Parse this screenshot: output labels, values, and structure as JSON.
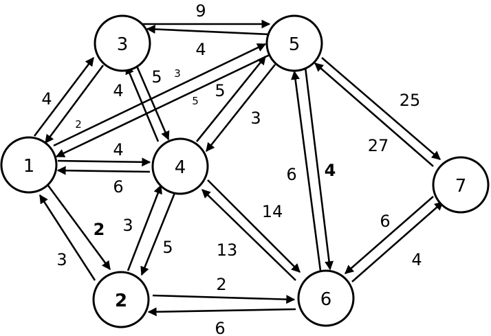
{
  "graph": {
    "nodes": [
      {
        "id": "1",
        "label": "1"
      },
      {
        "id": "2",
        "label": "2"
      },
      {
        "id": "3",
        "label": "3"
      },
      {
        "id": "4",
        "label": "4"
      },
      {
        "id": "5",
        "label": "5"
      },
      {
        "id": "6",
        "label": "6"
      },
      {
        "id": "7",
        "label": "7"
      }
    ],
    "edges": [
      {
        "from": "3",
        "to": "5",
        "weight": "9"
      },
      {
        "from": "5",
        "to": "3",
        "weight": "4"
      },
      {
        "from": "1",
        "to": "3",
        "weight": "4"
      },
      {
        "from": "3",
        "to": "1",
        "weight": "2"
      },
      {
        "from": "3",
        "to": "4",
        "weight": "5"
      },
      {
        "from": "4",
        "to": "3",
        "weight": "4"
      },
      {
        "from": "1",
        "to": "5",
        "weight": "3"
      },
      {
        "from": "5",
        "to": "1",
        "weight": "5"
      },
      {
        "from": "4",
        "to": "5",
        "weight": "5"
      },
      {
        "from": "5",
        "to": "4",
        "weight": "3"
      },
      {
        "from": "1",
        "to": "4",
        "weight": "4"
      },
      {
        "from": "4",
        "to": "1",
        "weight": "6"
      },
      {
        "from": "1",
        "to": "2",
        "weight": "2"
      },
      {
        "from": "2",
        "to": "1",
        "weight": "3"
      },
      {
        "from": "2",
        "to": "4",
        "weight": "3"
      },
      {
        "from": "4",
        "to": "2",
        "weight": "5"
      },
      {
        "from": "5",
        "to": "6",
        "weight": "4"
      },
      {
        "from": "6",
        "to": "5",
        "weight": "6"
      },
      {
        "from": "5",
        "to": "7",
        "weight": "25"
      },
      {
        "from": "7",
        "to": "5",
        "weight": "27"
      },
      {
        "from": "4",
        "to": "6",
        "weight": "14"
      },
      {
        "from": "6",
        "to": "4",
        "weight": "13"
      },
      {
        "from": "7",
        "to": "6",
        "weight": "6"
      },
      {
        "from": "6",
        "to": "7",
        "weight": "4"
      },
      {
        "from": "2",
        "to": "6",
        "weight": "2"
      },
      {
        "from": "6",
        "to": "2",
        "weight": "6"
      }
    ]
  }
}
